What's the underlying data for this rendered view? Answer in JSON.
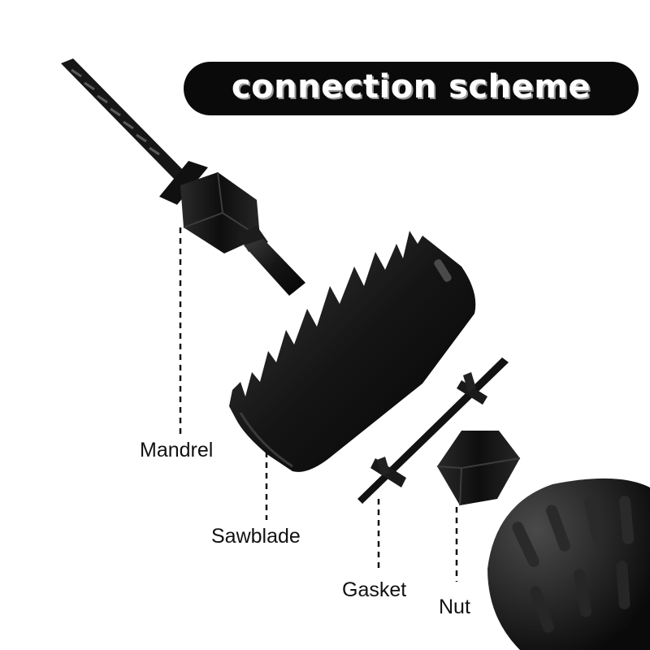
{
  "title": "connection scheme",
  "parts": {
    "mandrel": "Mandrel",
    "sawblade": "Sawblade",
    "gasket": "Gasket",
    "nut": "Nut"
  },
  "colors": {
    "part": "#141414",
    "title_bg": "#0a0a0a",
    "label": "#111111"
  }
}
